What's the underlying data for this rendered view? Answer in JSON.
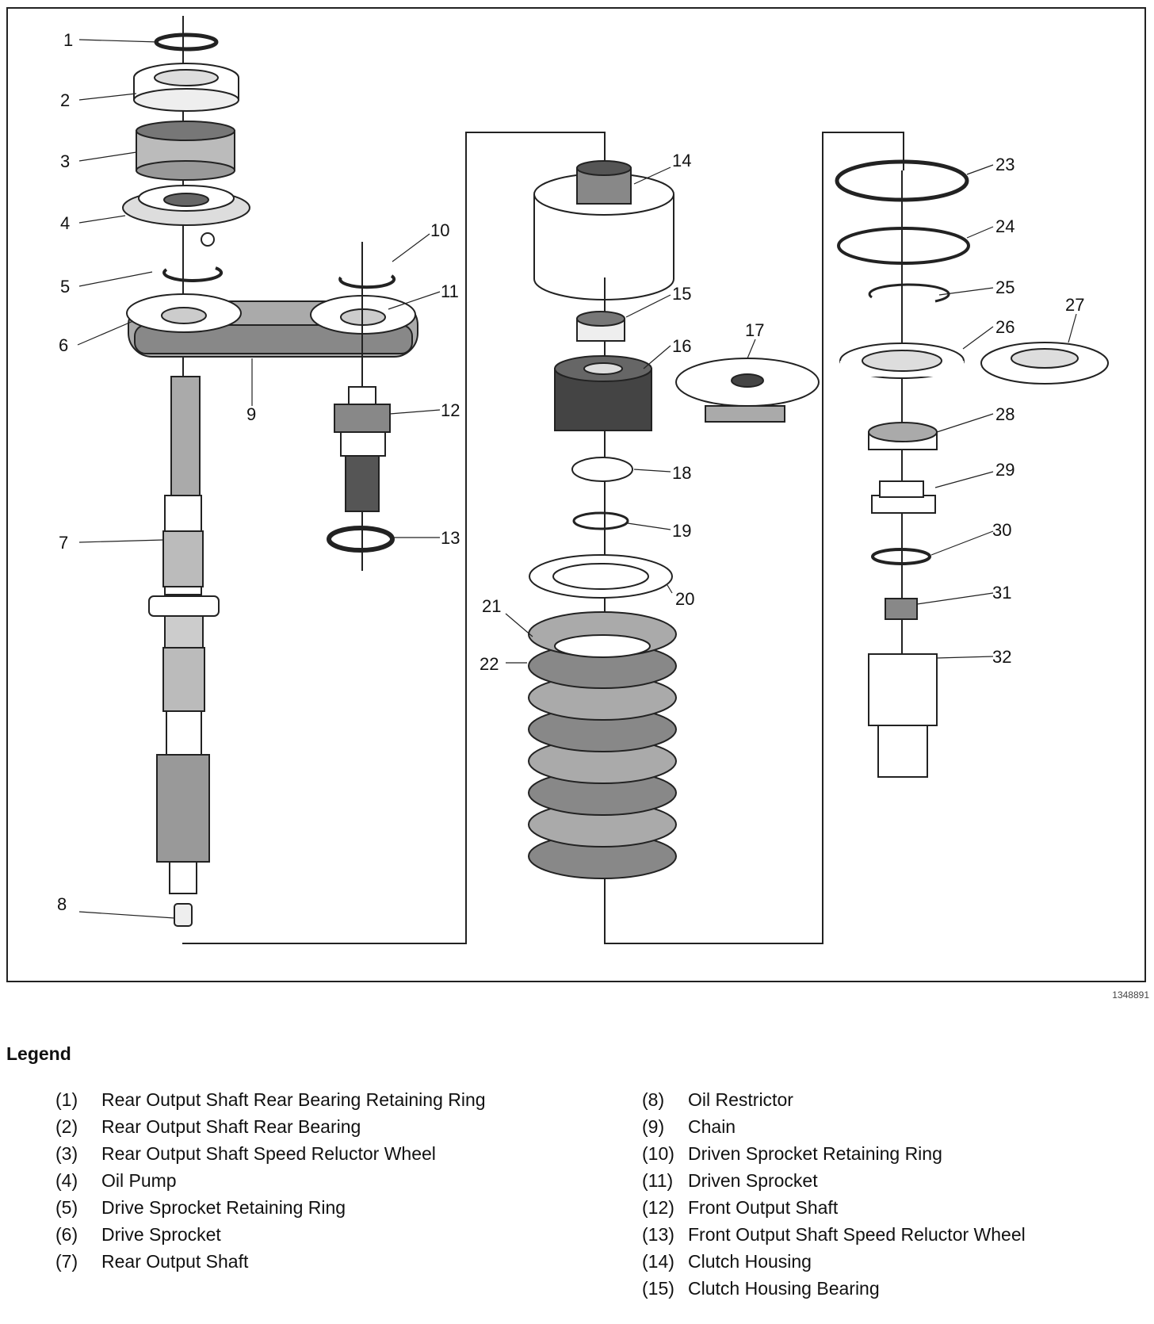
{
  "diagram": {
    "figure_id": "1348891",
    "callouts": [
      "1",
      "2",
      "3",
      "4",
      "5",
      "6",
      "7",
      "8",
      "9",
      "10",
      "11",
      "12",
      "13",
      "14",
      "15",
      "16",
      "17",
      "18",
      "19",
      "20",
      "21",
      "22",
      "23",
      "24",
      "25",
      "26",
      "27",
      "28",
      "29",
      "30",
      "31",
      "32"
    ]
  },
  "legend": {
    "title": "Legend",
    "items": [
      {
        "num": "(1)",
        "label": "Rear Output Shaft Rear Bearing Retaining Ring"
      },
      {
        "num": "(2)",
        "label": "Rear Output Shaft Rear Bearing"
      },
      {
        "num": "(3)",
        "label": "Rear Output Shaft Speed Reluctor Wheel"
      },
      {
        "num": "(4)",
        "label": "Oil Pump"
      },
      {
        "num": "(5)",
        "label": "Drive Sprocket Retaining Ring"
      },
      {
        "num": "(6)",
        "label": "Drive Sprocket"
      },
      {
        "num": "(7)",
        "label": "Rear Output Shaft"
      },
      {
        "num": "(8)",
        "label": "Oil Restrictor"
      },
      {
        "num": "(9)",
        "label": "Chain"
      },
      {
        "num": "(10)",
        "label": "Driven Sprocket Retaining Ring"
      },
      {
        "num": "(11)",
        "label": "Driven Sprocket"
      },
      {
        "num": "(12)",
        "label": "Front Output Shaft"
      },
      {
        "num": "(13)",
        "label": "Front Output Shaft Speed Reluctor Wheel"
      },
      {
        "num": "(14)",
        "label": "Clutch Housing"
      },
      {
        "num": "(15)",
        "label": "Clutch Housing Bearing"
      }
    ]
  }
}
